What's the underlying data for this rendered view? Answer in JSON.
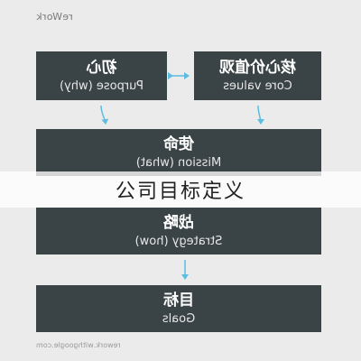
{
  "logo": {
    "text": "reWork"
  },
  "boxes": {
    "chuxin": {
      "title": "初心",
      "subtitle": "Purpose (why)"
    },
    "core": {
      "title": "核心价值观",
      "subtitle": "Core values"
    },
    "mission": {
      "title": "使命",
      "subtitle": "Mission (what)"
    },
    "strategy": {
      "title": "战略",
      "subtitle": "Strategy (how)"
    },
    "goals": {
      "title": "目标",
      "subtitle": "Goals"
    }
  },
  "banner": {
    "text": "公司目标定义"
  },
  "footer": {
    "text": "rework.withgoogle.com"
  },
  "colors": {
    "box": "#3a4346",
    "arrow": "#5bbde0",
    "background": "#ebebeb"
  }
}
